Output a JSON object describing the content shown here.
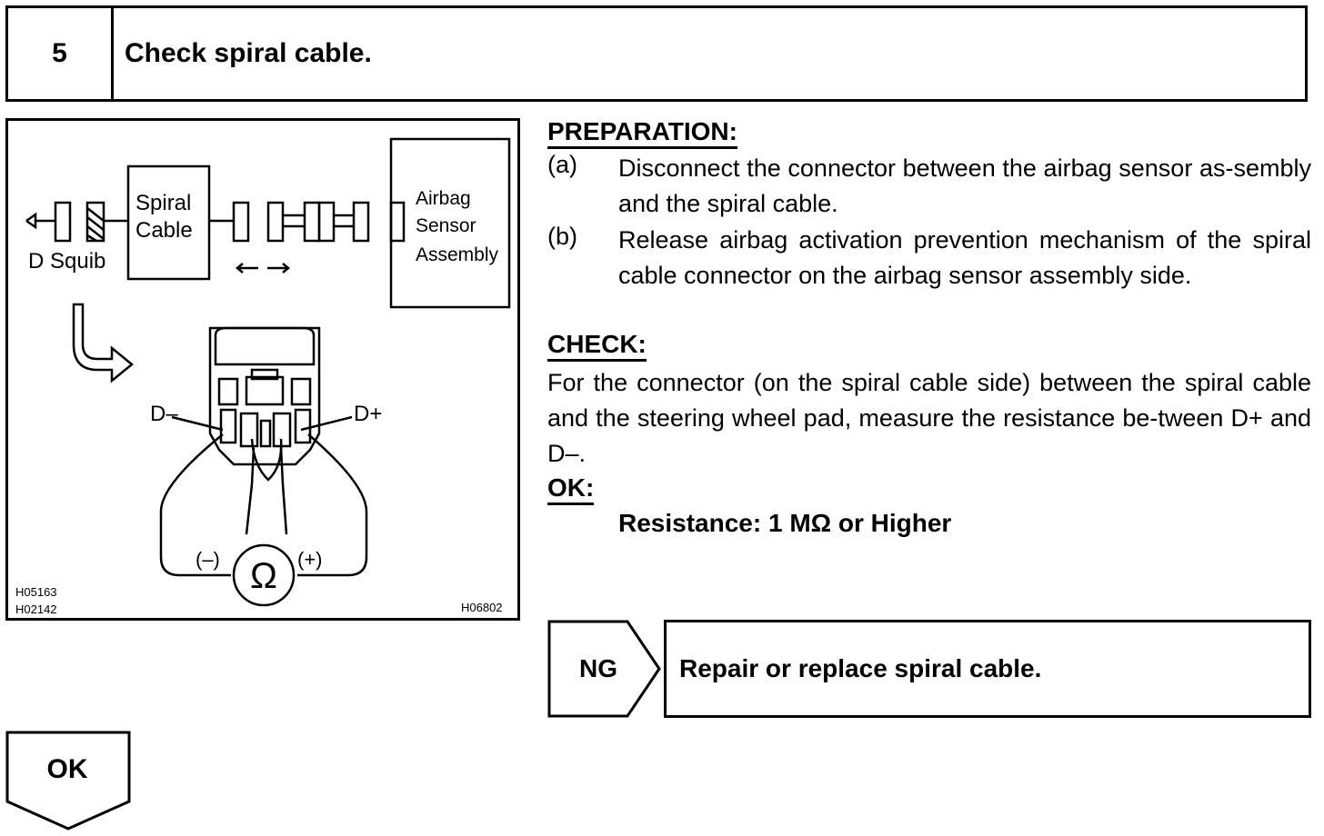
{
  "step": {
    "number": "5",
    "title": "Check spiral cable."
  },
  "figure": {
    "labels": {
      "d_squib": "D Squib",
      "spiral": "Spiral",
      "cable": "Cable",
      "airbag": "Airbag",
      "sensor": "Sensor",
      "assembly": "Assembly",
      "d_minus": "D–",
      "d_plus": "D+",
      "meter_minus": "(–)",
      "meter_plus": "(+)",
      "ohm": "Ω",
      "code_1": "H05163",
      "code_2": "H02142",
      "code_3": "H06802"
    }
  },
  "preparation": {
    "heading": "PREPARATION:",
    "items": [
      {
        "label": "(a)",
        "text": "Disconnect the connector between the airbag sensor as-sembly and the spiral cable."
      },
      {
        "label": "(b)",
        "text": "Release airbag activation prevention mechanism of the spiral cable connector on the airbag sensor assembly side."
      }
    ]
  },
  "check": {
    "heading": "CHECK:",
    "text": "For the connector (on the spiral cable side) between the spiral cable and the steering wheel pad, measure the resistance be-tween D+ and D–."
  },
  "ok": {
    "heading": "OK:",
    "spec": "Resistance: 1 MΩ or Higher"
  },
  "ng_branch": {
    "tag": "NG",
    "action": "Repair or replace spiral cable."
  },
  "ok_branch": {
    "tag": "OK"
  }
}
